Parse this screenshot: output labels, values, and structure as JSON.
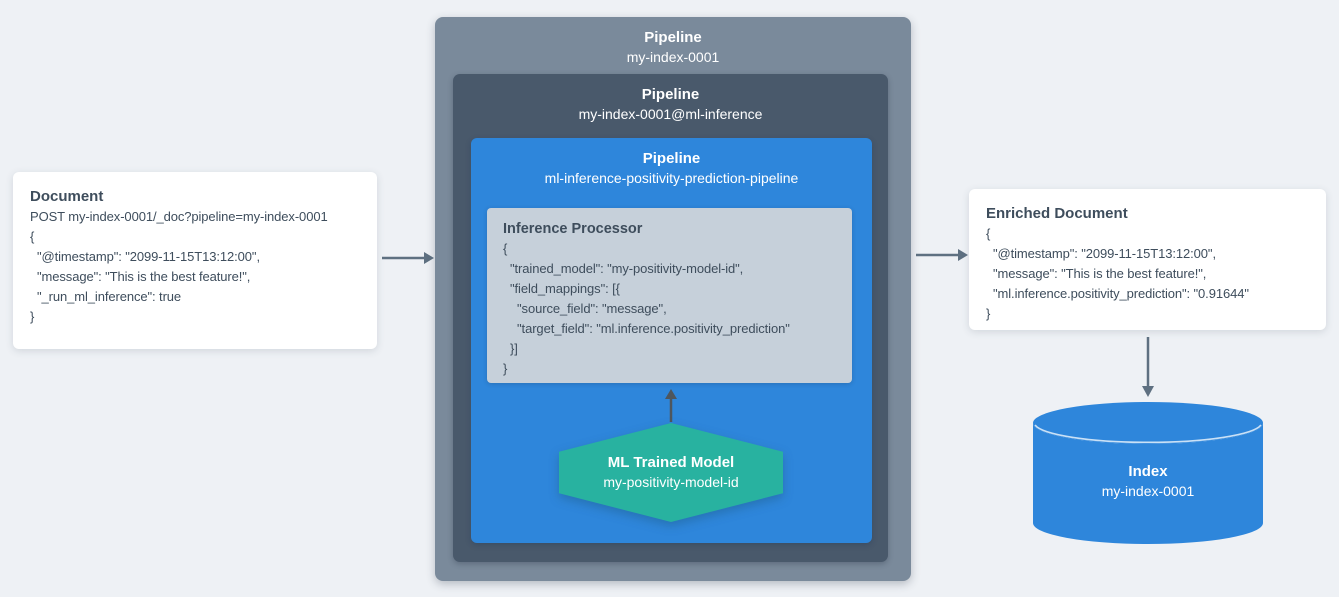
{
  "palette": {
    "background": "#eef1f5",
    "card_white": "#ffffff",
    "outer_pipeline_gray": "#7a8a9b",
    "ml_pipeline_slate": "#49596b",
    "inference_pipeline_blue": "#2e86db",
    "processor_gray": "#c6d0da",
    "model_teal": "#28b2a0",
    "index_blue": "#2e86db",
    "text_dark": "#3e4d5c",
    "arrow_slate": "#5e7081",
    "arrow_dark": "#4e565d"
  },
  "document": {
    "title": "Document",
    "lines": [
      "POST my-index-0001/_doc?pipeline=my-index-0001",
      "{",
      "  \"@timestamp\": \"2099-11-15T13:12:00\",",
      "  \"message\": \"This is the best feature!\",",
      "  \"_run_ml_inference\": true",
      "}"
    ]
  },
  "pipeline_outer": {
    "title": "Pipeline",
    "name": "my-index-0001"
  },
  "pipeline_ml": {
    "title": "Pipeline",
    "name": "my-index-0001@ml-inference"
  },
  "pipeline_inference": {
    "title": "Pipeline",
    "name": "ml-inference-positivity-prediction-pipeline"
  },
  "inference_processor": {
    "title": "Inference Processor",
    "lines": [
      "{",
      "  \"trained_model\": \"my-positivity-model-id\",",
      "  \"field_mappings\": [{",
      "    \"source_field\": \"message\",",
      "    \"target_field\": \"ml.inference.positivity_prediction\"",
      "  }]",
      "}"
    ]
  },
  "trained_model": {
    "title": "ML Trained Model",
    "name": "my-positivity-model-id"
  },
  "enriched_document": {
    "title": "Enriched Document",
    "lines": [
      "{",
      "  \"@timestamp\": \"2099-11-15T13:12:00\",",
      "  \"message\": \"This is the best feature!\",",
      "  \"ml.inference.positivity_prediction\": \"0.91644\"",
      "}"
    ]
  },
  "index": {
    "title": "Index",
    "name": "my-index-0001"
  }
}
